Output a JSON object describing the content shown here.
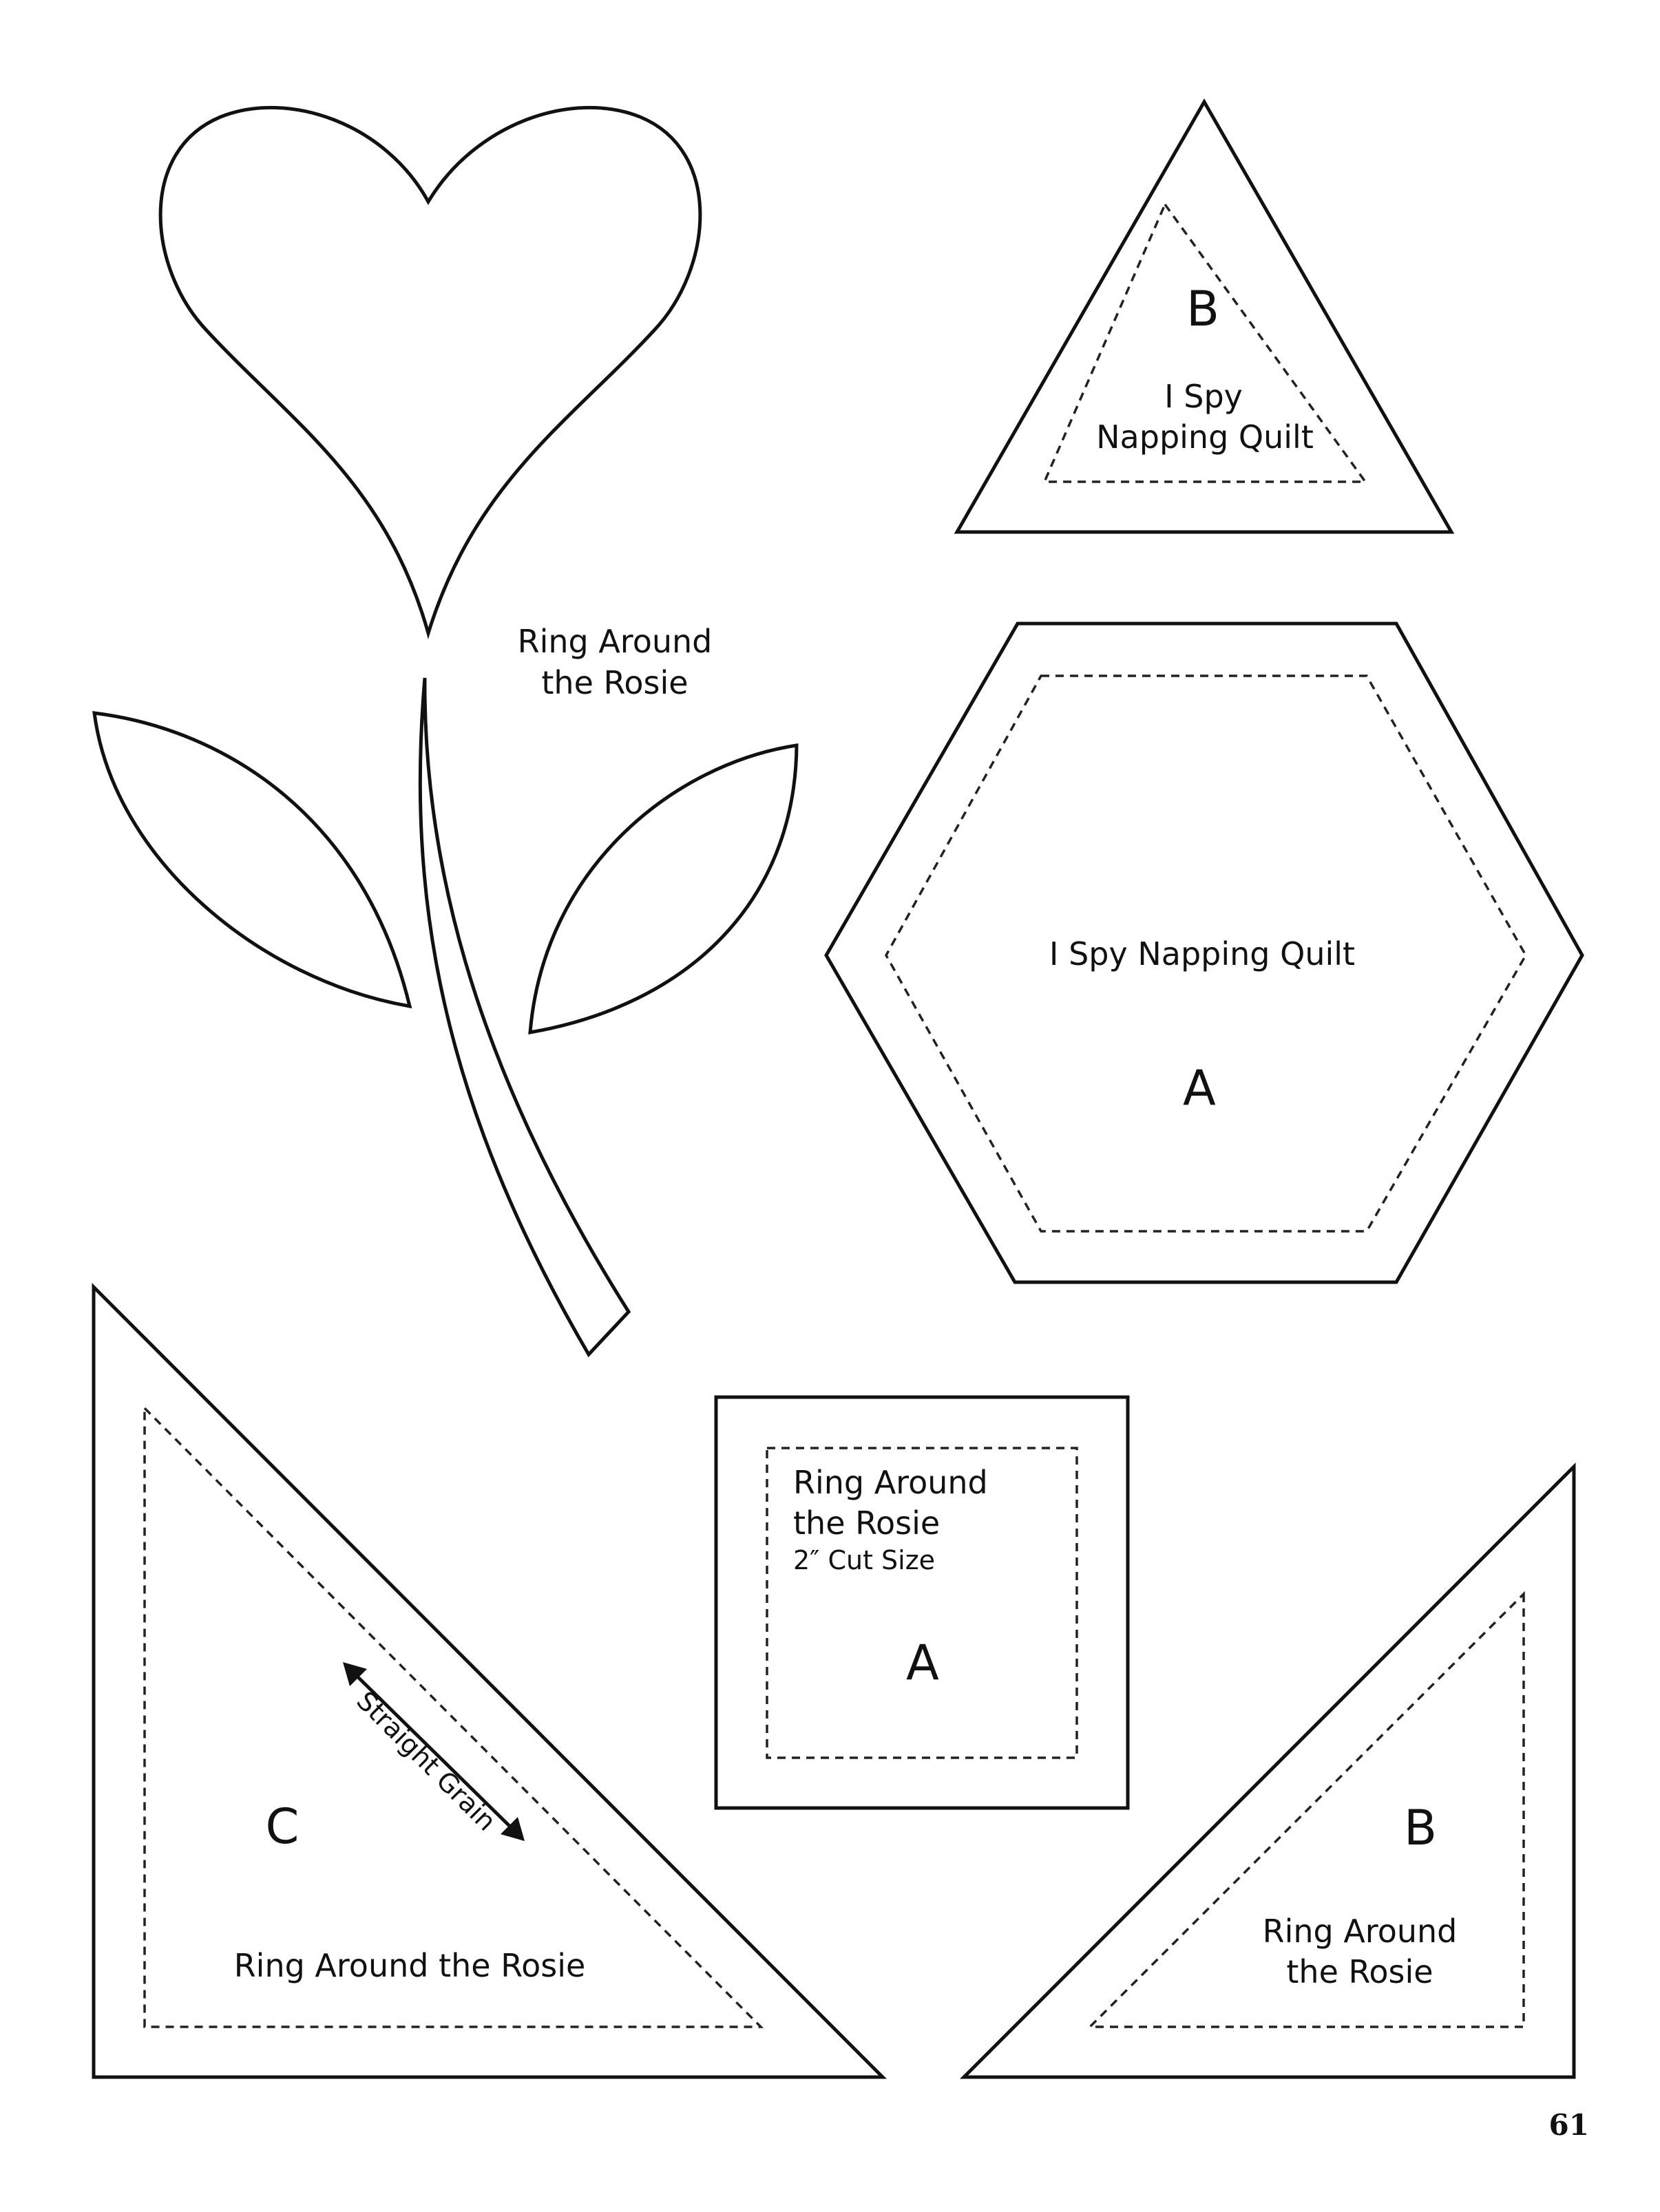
{
  "labels": {
    "triangle_b_letter": "B",
    "triangle_b_line1": "I Spy",
    "triangle_b_line2": "Napping Quilt",
    "flower_line1": "Ring Around",
    "flower_line2": "the Rosie",
    "hexagon_title": "I Spy Napping Quilt",
    "hexagon_letter": "A",
    "square_line1": "Ring Around",
    "square_line2": "the Rosie",
    "square_cut_size": "2″ Cut Size",
    "square_letter": "A",
    "triangle_c_letter": "C",
    "triangle_c_grain": "Straight Grain",
    "triangle_c_caption": "Ring Around the Rosie",
    "triangle_br_letter": "B",
    "triangle_br_line1": "Ring Around",
    "triangle_br_line2": "the Rosie"
  },
  "page_number": "61",
  "colors": {
    "line": "#111111",
    "background": "#ffffff"
  }
}
